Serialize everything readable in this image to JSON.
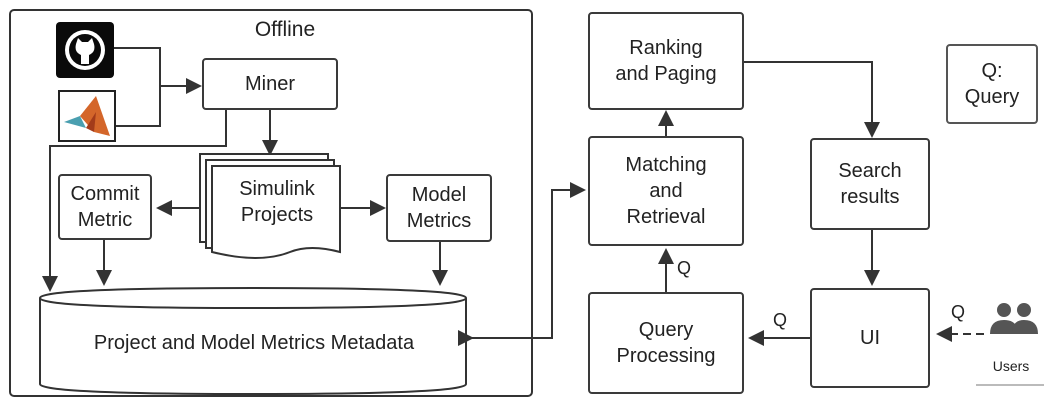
{
  "offline": {
    "title": "Offline"
  },
  "nodes": {
    "miner": "Miner",
    "simulink_projects": "Simulink Projects",
    "commit_metric": "Commit Metric",
    "model_metrics": "Model Metrics",
    "metadata": "Project and Model Metrics Metadata",
    "ranking": "Ranking and Paging",
    "matching": "Matching and Retrieval",
    "query_processing": "Query Processing",
    "search_results": "Search results",
    "ui": "UI"
  },
  "legend": {
    "q_query": "Q: Query"
  },
  "edge_labels": {
    "q1": "Q",
    "q2": "Q",
    "q3": "Q"
  },
  "users": {
    "label": "Users"
  },
  "icons": [
    "github-icon",
    "matlab-icon",
    "users-icon"
  ]
}
